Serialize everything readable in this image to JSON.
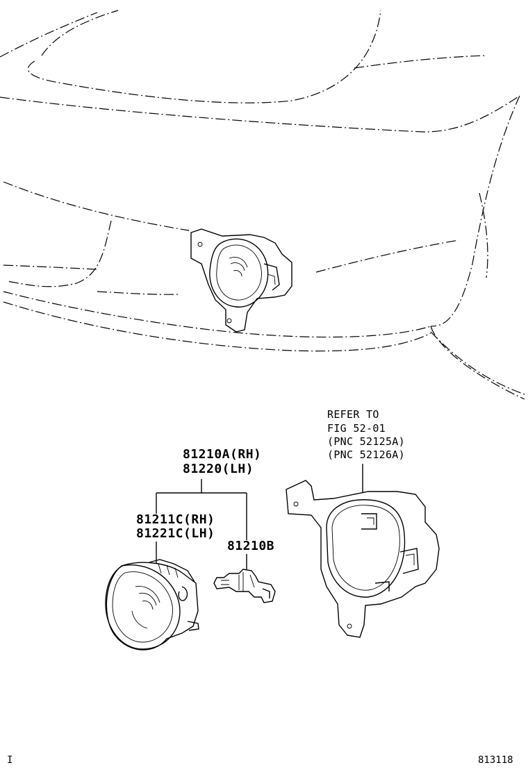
{
  "labels": {
    "fog_lamp_assy_rh": "81210A(RH)",
    "fog_lamp_assy_lh": "81220(LH)",
    "lens_unit_rh": "81211C(RH)",
    "lens_unit_lh": "81221C(LH)",
    "bulb": "81210B",
    "refer_to": "REFER TO",
    "fig_ref": "FIG 52-01",
    "pnc_1": "(PNC 52125A)",
    "pnc_2": "(PNC 52126A)"
  },
  "footer": {
    "left_mark": "I",
    "figure_id": "813118"
  }
}
